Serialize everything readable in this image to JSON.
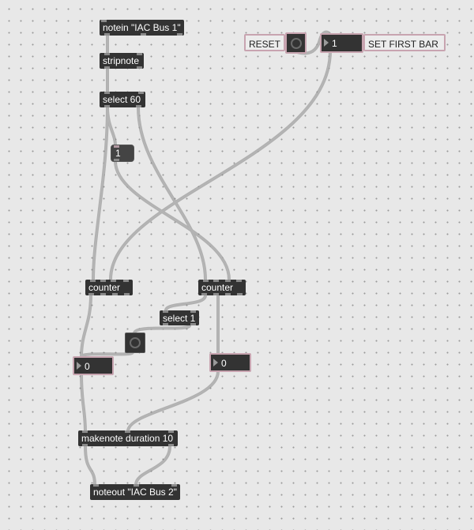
{
  "patcher": {
    "objects": {
      "notein": "notein \"IAC Bus 1\"",
      "stripnote": "stripnote",
      "select60": "select 60",
      "msg_one": "1",
      "counter_left": "counter",
      "counter_right": "counter",
      "select1": "select 1",
      "makenote": "makenote duration 10",
      "noteout": "noteout \"IAC Bus 2\""
    },
    "number_boxes": {
      "first_bar": "1",
      "left_count": "0",
      "right_count": "0"
    },
    "comments": {
      "reset": "RESET",
      "set_first_bar": "SET FIRST BAR"
    }
  },
  "colors": {
    "canvas": "#e8e8e8",
    "object_fill": "#333333",
    "patch_cord": "#a8a8a8",
    "ui_border": "#c8a4b0"
  }
}
